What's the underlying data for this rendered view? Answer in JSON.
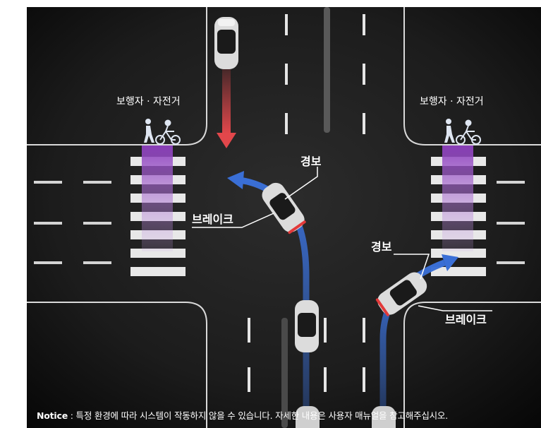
{
  "labels": {
    "ped_bike_left": "보행자 · 자전거",
    "ped_bike_right": "보행자 · 자전거",
    "alert_center": "경보",
    "brake_center": "브레이크",
    "alert_right": "경보",
    "brake_right": "브레이크"
  },
  "notice": {
    "prefix": "Notice",
    "text": " : 특정 환경에 따라 시스템이 작동하지 않을 수 있습니다. 자세한 내용은 사용자 매뉴얼을 참고해주십시오."
  },
  "icons": {
    "pedestrian": "pedestrian-icon",
    "bicycle": "bicycle-icon",
    "car": "car-icon"
  },
  "colors": {
    "background": "#0d0d0d",
    "road": "#262626",
    "crosswalk_highlight": "#9b4fc4",
    "path_arrow": "#3a6fd6",
    "oncoming_arrow": "#e2474b",
    "brake_light": "#e23a3a"
  }
}
